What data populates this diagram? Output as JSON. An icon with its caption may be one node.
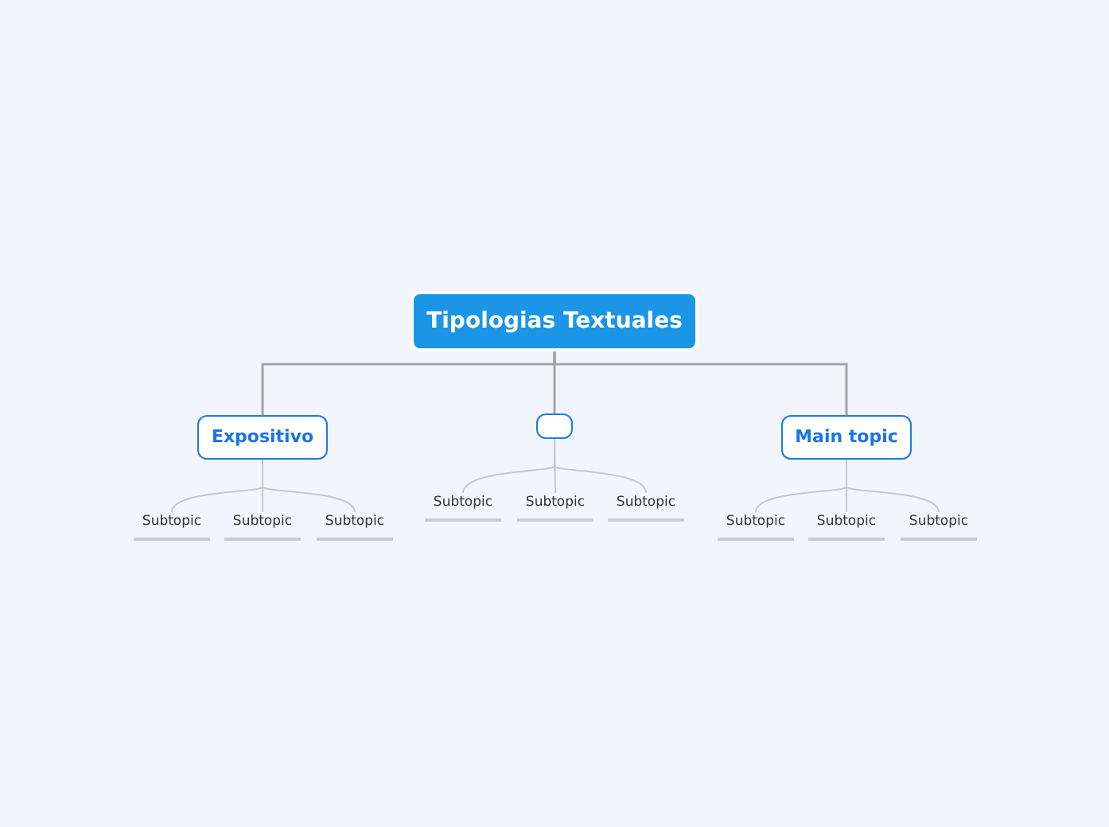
{
  "diagram": {
    "nodes": [
      {
        "text": [
          "Tipologias Textuales"
        ]
      },
      {
        "text": [
          "Expositivo"
        ]
      },
      {
        "text": [],
        "shape": "box"
      },
      {
        "text": [
          "Main topic"
        ]
      },
      {
        "text": [
          "Subtopic"
        ]
      },
      {
        "text": [
          "Subtopic"
        ]
      },
      {
        "text": [
          "Subtopic"
        ]
      },
      {
        "text": [
          "Subtopic"
        ]
      },
      {
        "text": [
          "Subtopic"
        ]
      },
      {
        "text": [
          "Subtopic"
        ]
      },
      {
        "text": [
          "Subtopic"
        ]
      },
      {
        "text": [
          "Subtopic"
        ]
      },
      {
        "text": [
          "Subtopic"
        ]
      }
    ],
    "edges": [
      {
        "from": 0,
        "to": 1,
        "arrow": "none"
      },
      {
        "from": 0,
        "to": 2,
        "arrow": "none"
      },
      {
        "from": 0,
        "to": 3,
        "arrow": "none"
      },
      {
        "from": 1,
        "to": 4,
        "arrow": "none"
      },
      {
        "from": 1,
        "to": 5,
        "arrow": "none"
      },
      {
        "from": 1,
        "to": 6,
        "arrow": "none"
      },
      {
        "from": 2,
        "to": 7,
        "arrow": "none"
      },
      {
        "from": 2,
        "to": 8,
        "arrow": "none"
      },
      {
        "from": 2,
        "to": 9,
        "arrow": "none"
      },
      {
        "from": 3,
        "to": 10,
        "arrow": "none"
      },
      {
        "from": 3,
        "to": 11,
        "arrow": "none"
      },
      {
        "from": 3,
        "to": 12,
        "arrow": "none"
      }
    ]
  }
}
